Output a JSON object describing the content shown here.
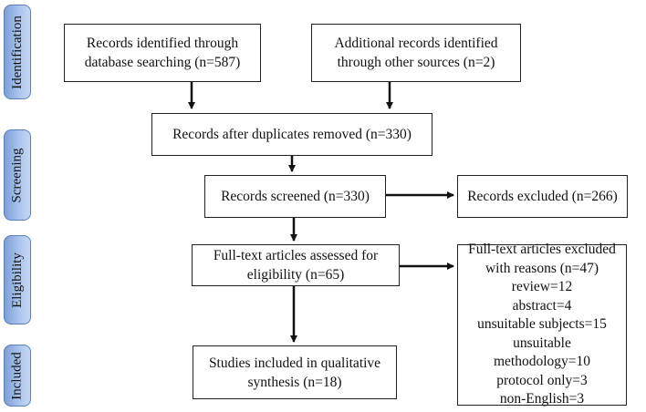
{
  "stages": {
    "identification": "Identification",
    "screening": "Screening",
    "eligibility": "Eligibility",
    "included": "Included"
  },
  "boxes": {
    "database": {
      "line1": "Records identified through",
      "line2": "database searching (n=587)"
    },
    "other": {
      "line1": "Additional records identified",
      "line2": "through other sources (n=2)"
    },
    "duplicates": "Records after duplicates removed (n=330)",
    "screened": "Records screened (n=330)",
    "excluded": "Records excluded (n=266)",
    "fulltext": {
      "line1": "Full-text articles assessed for",
      "line2": "eligibility (n=65)"
    },
    "fulltext_excluded": {
      "lines": [
        "Full-text articles excluded",
        "with reasons (n=47)",
        "review=12",
        "abstract=4",
        "unsuitable subjects=15",
        "unsuitable methodology=10",
        "protocol only=3",
        "non-English=3"
      ]
    },
    "included": {
      "line1": "Studies included in qualitative",
      "line2": "synthesis (n=18)"
    }
  },
  "colors": {
    "stage_fill": "#a9c3ec",
    "stage_border": "#5b7fbf",
    "line": "#111111"
  }
}
